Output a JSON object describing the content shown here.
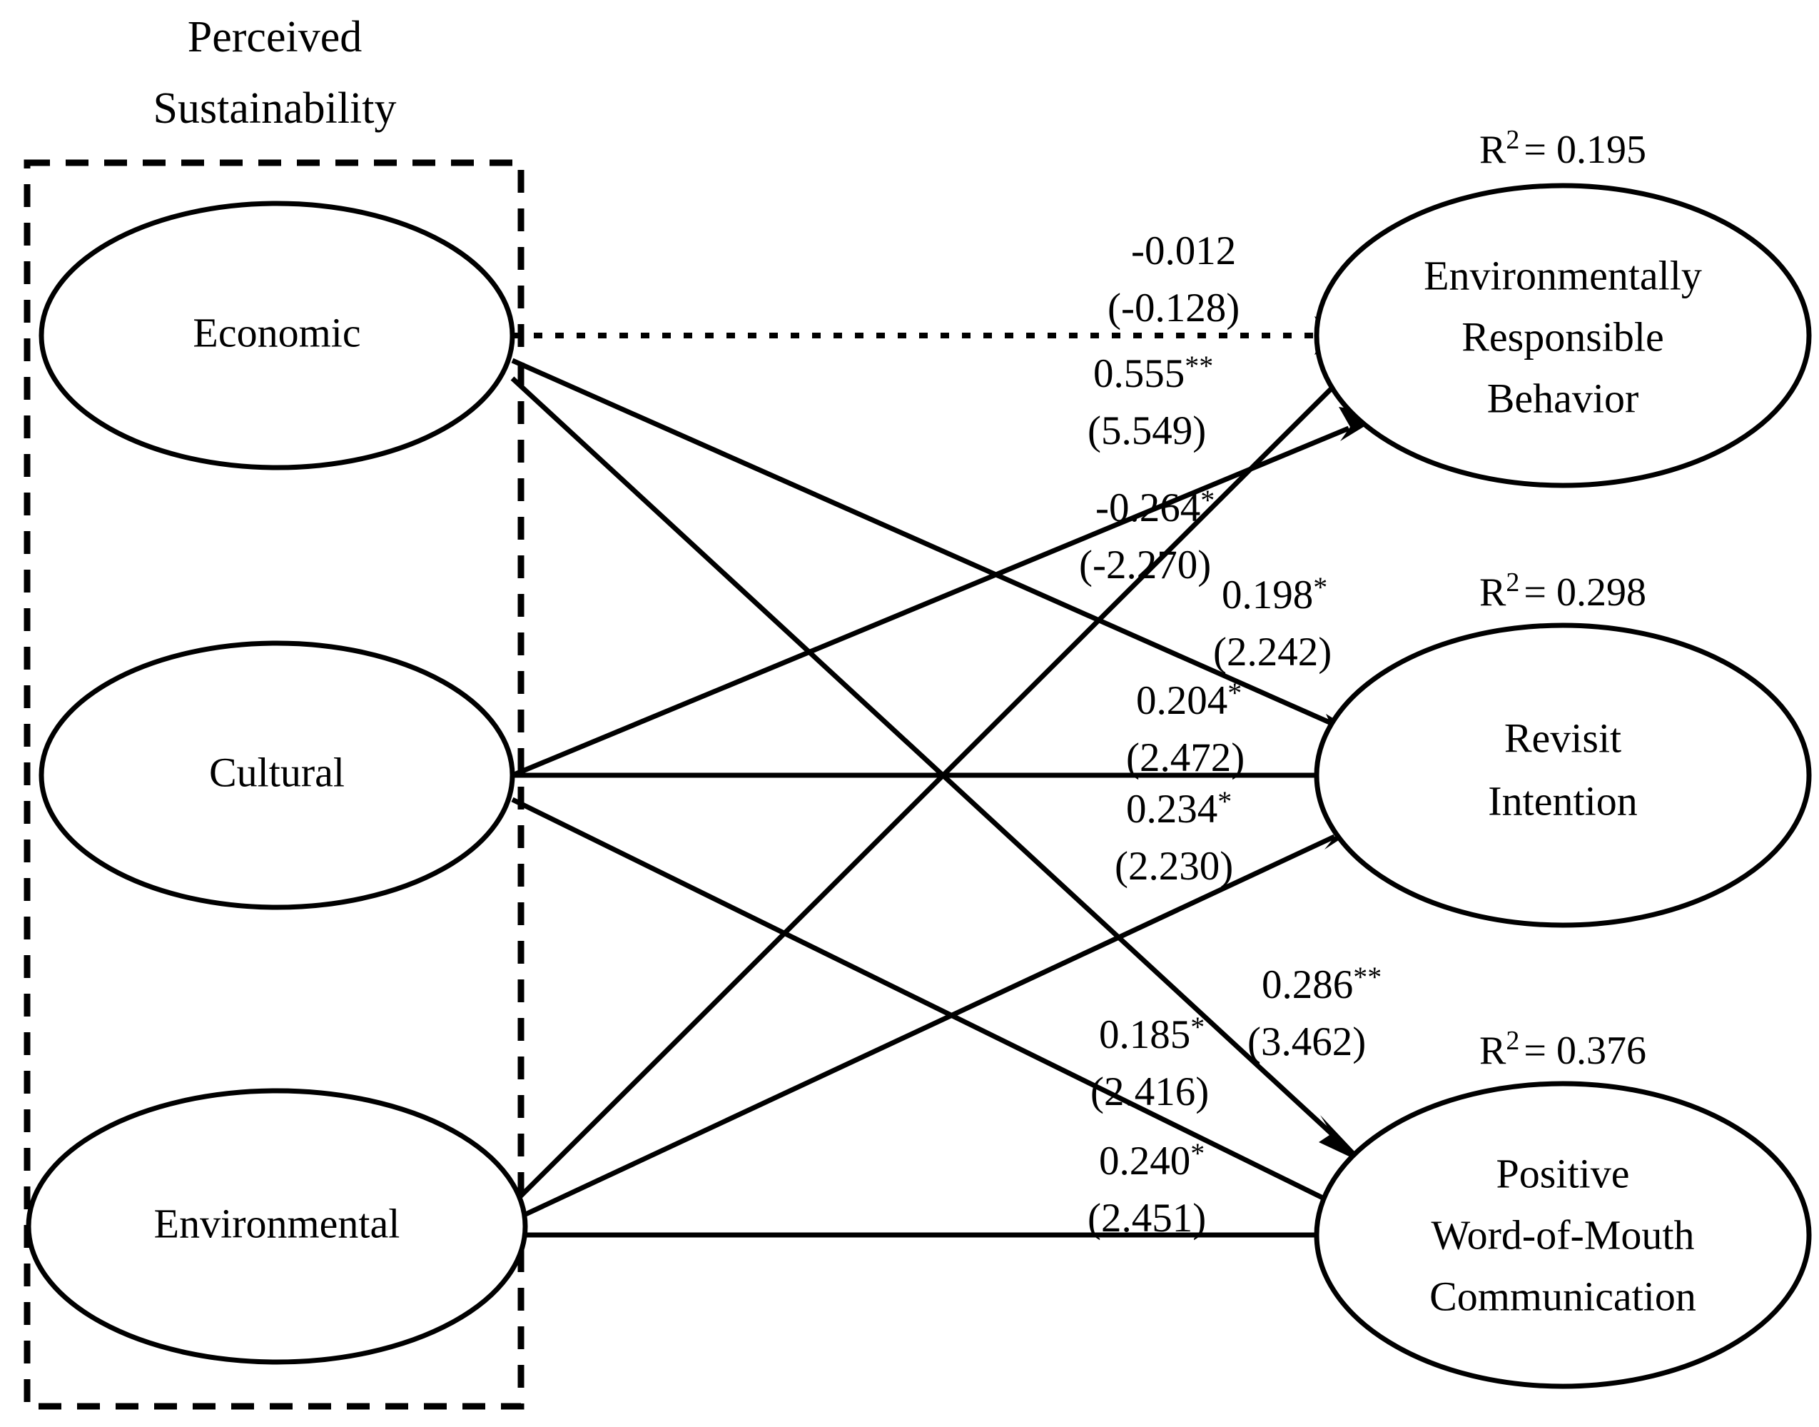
{
  "figure": {
    "type": "path-diagram",
    "group_title_line1": "Perceived",
    "group_title_line2": "Sustainability"
  },
  "exogenous_constructs": [
    {
      "id": "economic",
      "label": "Economic"
    },
    {
      "id": "cultural",
      "label": "Cultural"
    },
    {
      "id": "environmental",
      "label": "Environmental"
    }
  ],
  "endogenous_constructs": [
    {
      "id": "erb",
      "line1": "Environmentally",
      "line2": "Responsible",
      "line3": "Behavior",
      "r2_prefix": "R",
      "r2_sup": "2",
      "r2_eq": "= 0.195"
    },
    {
      "id": "ri",
      "line1": "Revisit",
      "line2": "Intention",
      "line3": "",
      "r2_prefix": "R",
      "r2_sup": "2",
      "r2_eq": "= 0.298"
    },
    {
      "id": "pwom",
      "line1": "Positive",
      "line2": "Word-of-Mouth",
      "line3": "Communication",
      "r2_prefix": "R",
      "r2_sup": "2",
      "r2_eq": "= 0.376"
    }
  ],
  "paths": [
    {
      "id": "economic-to-erb",
      "from": "Economic",
      "to": "Environmentally Responsible Behavior",
      "coefficient": "-0.012",
      "stars": "",
      "t_value": "(-0.128)",
      "line_style": "dotted",
      "significant": false
    },
    {
      "id": "environmental-to-erb",
      "from": "Environmental",
      "to": "Environmentally Responsible Behavior",
      "coefficient": "0.555",
      "stars": "**",
      "t_value": "(5.549)",
      "line_style": "solid",
      "significant": true
    },
    {
      "id": "cultural-to-erb",
      "from": "Cultural",
      "to": "Environmentally Responsible Behavior",
      "coefficient": "-0.264",
      "stars": "*",
      "t_value": "(-2.270)",
      "line_style": "solid",
      "significant": true
    },
    {
      "id": "economic-to-ri",
      "from": "Economic",
      "to": "Revisit Intention",
      "coefficient": "0.198",
      "stars": "*",
      "t_value": "(2.242)",
      "line_style": "solid",
      "significant": true
    },
    {
      "id": "cultural-to-ri",
      "from": "Cultural",
      "to": "Revisit Intention",
      "coefficient": "0.204",
      "stars": "*",
      "t_value": "(2.472)",
      "line_style": "solid",
      "significant": true
    },
    {
      "id": "environmental-to-ri",
      "from": "Environmental",
      "to": "Revisit Intention",
      "coefficient": "0.234",
      "stars": "*",
      "t_value": "(2.230)",
      "line_style": "solid",
      "significant": true
    },
    {
      "id": "economic-to-pwom",
      "from": "Economic",
      "to": "Positive Word-of-Mouth Communication",
      "coefficient": "0.286",
      "stars": "**",
      "t_value": "(3.462)",
      "line_style": "solid",
      "significant": true
    },
    {
      "id": "cultural-to-pwom",
      "from": "Cultural",
      "to": "Positive Word-of-Mouth Communication",
      "coefficient": "0.185",
      "stars": "*",
      "t_value": "(2.416)",
      "line_style": "solid",
      "significant": true
    },
    {
      "id": "environmental-to-pwom",
      "from": "Environmental",
      "to": "Positive Word-of-Mouth Communication",
      "coefficient": "0.240",
      "stars": "*",
      "t_value": "(2.451)",
      "line_style": "solid",
      "significant": true
    }
  ],
  "colors": {
    "stroke": "#000000",
    "background": "#ffffff"
  }
}
